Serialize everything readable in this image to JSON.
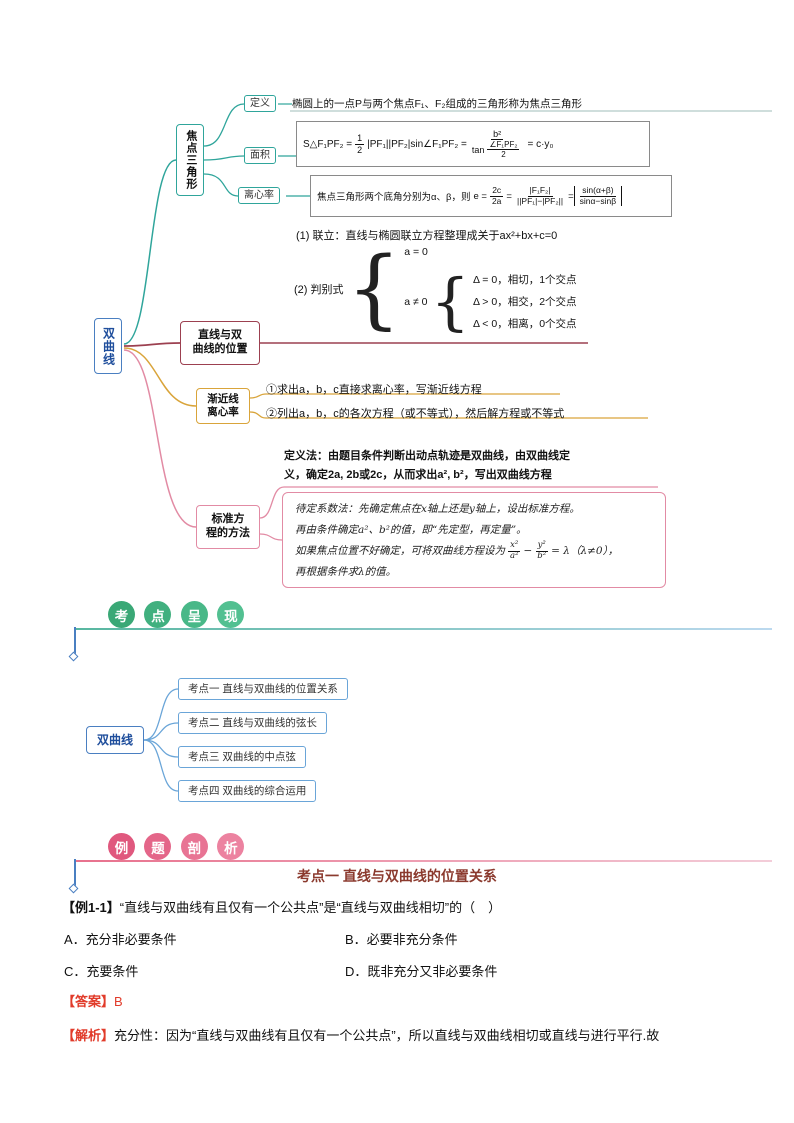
{
  "colors": {
    "root_border": "#4a7fc1",
    "focal_branch": "#2fa59b",
    "line_branch": "#9c4050",
    "asymptote_branch": "#d9a43a",
    "standard_branch": "#e28ba4",
    "map2_branch": "#6aa5d8",
    "section_kaodian_circle": "#3aa876",
    "section_liti_circle": "#e0587e",
    "answer_red": "#e13b2a",
    "heading_red": "#8b3a2e"
  },
  "mindmap1": {
    "root": "双曲线",
    "focal": {
      "label": "焦点三角形",
      "def_label": "定义",
      "def_text": "椭圆上的一点P与两个焦点F₁、F₂组成的三角形称为焦点三角形",
      "area_label": "面积",
      "area": {
        "lhs": "S△F₁PF₂ =",
        "f1n": "1",
        "f1d": "2",
        "mid": "|PF₁||PF₂|sin∠F₁PF₂ =",
        "f2n": "b²",
        "tan": "tan",
        "f3n": "∠F₁PF₂",
        "f3d": "2",
        "tail": "= c·y₀"
      },
      "ecc_label": "离心率",
      "ecc": {
        "prefix": "焦点三角形两个底角分别为α、β，则",
        "lhs": "e =",
        "f1n": "2c",
        "f1d": "2a",
        "eq1": "=",
        "f2n": "|F₁F₂|",
        "f2d": "||PF₁|−|PF₂||",
        "eq2": "=",
        "f3n": "sin(α+β)",
        "f3d": "sinα−sinβ"
      }
    },
    "linepos": {
      "label_line1": "直线与双",
      "label_line2": "曲线的位置",
      "item1": "(1) 联立：直线与椭圆联立方程整理成关于ax²+bx+c=0",
      "item2_label": "(2) 判别式",
      "brace": "{",
      "case_a0": "a = 0",
      "case_an0": "a ≠ 0",
      "delta": [
        "Δ = 0，相切，1个交点",
        "Δ > 0，相交，2个交点",
        "Δ < 0，相离，0个交点"
      ]
    },
    "asymptote": {
      "label_line1": "渐近线",
      "label_line2": "离心率",
      "item1": "①求出a，b，c直接求离心率，写渐近线方程",
      "item2": "②列出a，b，c的各次方程（或不等式），然后解方程或不等式"
    },
    "standard": {
      "label_line1": "标准方",
      "label_line2": "程的方法",
      "def_line1": "定义法：由题目条件判断出动点轨迹是双曲线，由双曲线定",
      "def_line2": "义，确定2a, 2b或2c，从而求出a², b²，写出双曲线方程",
      "note1": "待定系数法：先确定焦点在x轴上还是y轴上，设出标准方程。",
      "note2": "再由条件确定a²、b²的值，即“先定型，再定量”。",
      "note3_prefix": "如果焦点位置不好确定，可将双曲线方程设为",
      "n3f1n": "x²",
      "n3f1d": "a²",
      "n3minus": "−",
      "n3f2n": "y²",
      "n3f2d": "b²",
      "note3_suffix": "= λ（λ≠0），",
      "note4": "再根据条件求λ的值。"
    }
  },
  "section_kaodian": {
    "c1": "考",
    "c2": "点",
    "c3": "呈",
    "c4": "现"
  },
  "section_liti": {
    "c1": "例",
    "c2": "题",
    "c3": "剖",
    "c4": "析"
  },
  "mindmap2": {
    "root": "双曲线",
    "items": [
      "考点一  直线与双曲线的位置关系",
      "考点二  直线与双曲线的弦长",
      "考点三  双曲线的中点弦",
      "考点四  双曲线的综合运用"
    ]
  },
  "content": {
    "heading": "考点一 直线与双曲线的位置关系",
    "example_label": "【例1-1】",
    "example_text": "“直线与双曲线有且仅有一个公共点”是“直线与双曲线相切”的（　）",
    "optionA": "A．充分非必要条件",
    "optionB": "B．必要非充分条件",
    "optionC": "C．充要条件",
    "optionD": "D．既非充分又非必要条件",
    "answer_label": "【答案】",
    "answer_value": "B",
    "analysis_label": "【解析】",
    "analysis_text": "充分性：因为“直线与双曲线有且仅有一个公共点”，所以直线与双曲线相切或直线与进行平行.故"
  }
}
